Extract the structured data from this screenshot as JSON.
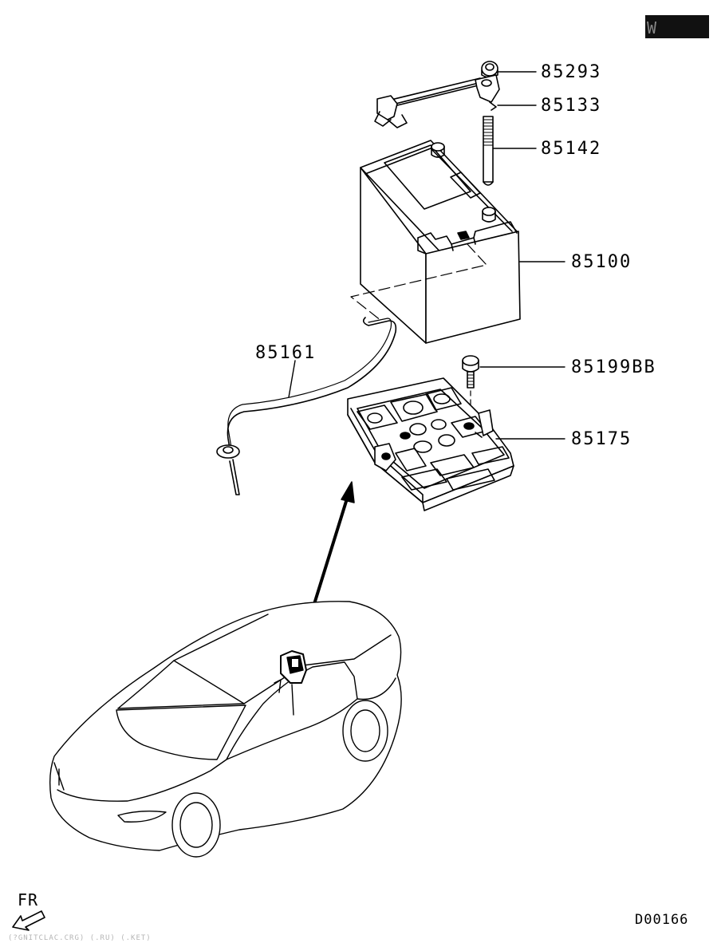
{
  "corner_tag": "W",
  "part_labels": {
    "p85293": "85293",
    "p85133": "85133",
    "p85142": "85142",
    "p85100": "85100",
    "p85161": "85161",
    "p85199bb": "85199BB",
    "p85175": "85175"
  },
  "direction_label": "FR",
  "diagram_id": "D00166",
  "footer_text": "(?GNITCLAC.CRG) (.RU) (.KET)"
}
